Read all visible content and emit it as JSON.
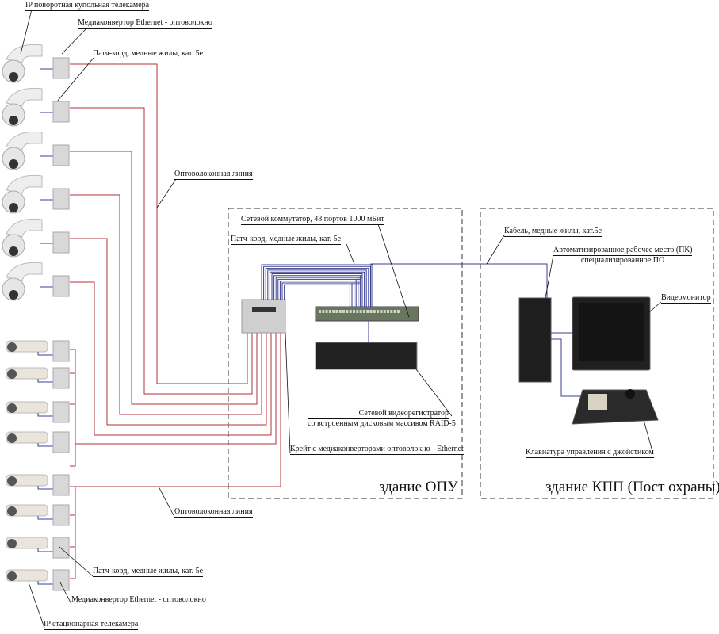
{
  "labels": {
    "dome_camera": "IP поворотная купольная телекамера",
    "media_converter_top": "Медиаконвертор Ethernet - оптоволокно",
    "patch_cord_top": "Патч-корд, медные жилы, кат. 5е",
    "fiber_line_top": "Оптоволоконная линия",
    "switch": "Сетевой коммутатор, 48 портов 1000 мБит",
    "patch_cord_mid": "Патч-корд, медные жилы, кат. 5е",
    "cable": "Кабель, медные жилы, кат.5е",
    "workstation_line1": "Автоматизированное рабочее место (ПК)",
    "workstation_line2": "специализированное ПО",
    "monitor": "Видеомонитор",
    "nvr_line1": "Сетевой видеорегистратор",
    "nvr_line2": "со встроенным дисковым массивом RAID-5",
    "crate": "Крейт с медиаконверторами оптоволокно - Ethernet",
    "keyboard": "Клавиатура управления с джойстиком",
    "fiber_line_bottom": "Оптоволоконная линия",
    "patch_cord_bottom": "Патч-корд, медные жилы, кат. 5е",
    "media_converter_bottom": "Медиаконвертор Ethernet - оптоволокно",
    "fixed_camera": "IP стационарная телекамера"
  },
  "buildings": {
    "opu": "здание ОПУ",
    "kpp": "здание КПП (Пост охраны)"
  },
  "counts": {
    "dome_cameras": 6,
    "fixed_cameras": 8,
    "patch_cords": 12
  },
  "colors": {
    "fiber": "#b0303a",
    "copper": "#3a3f8f",
    "leader": "#111111",
    "boundary": "#333333"
  }
}
